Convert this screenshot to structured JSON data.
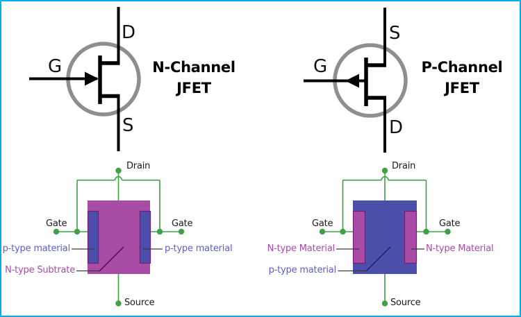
{
  "colors": {
    "frame_border": "#00aeef",
    "symbol_line": "#000000",
    "symbol_circle": "#8e8e8e",
    "wire_green": "#3fa046",
    "p_material_fill": "#4c4fa9",
    "n_material_fill": "#a84ca6",
    "bar_outline": "#741d74",
    "n_label_text": "#ab47ab",
    "p_label_text": "#5c5ccd",
    "black_label_text": "#1a1a1a",
    "leader_line": "#3a3a3a",
    "n_diagonal": "#4a104a",
    "p_diagonal": "#1c1c5e"
  },
  "symbols": {
    "n_channel": {
      "gate": "G",
      "top_terminal": "D",
      "bottom_terminal": "S",
      "title_line1": "N-Channel",
      "title_line2": "JFET"
    },
    "p_channel": {
      "gate": "G",
      "top_terminal": "S",
      "bottom_terminal": "D",
      "title_line1": "P-Channel",
      "title_line2": "JFET"
    }
  },
  "structures": {
    "n_channel": {
      "drain": "Drain",
      "source": "Source",
      "gate_left": "Gate",
      "gate_right": "Gate",
      "material_left": "p-type material",
      "material_right": "p-type material",
      "substrate": "N-type Subtrate"
    },
    "p_channel": {
      "drain": "Drain",
      "source": "Source",
      "gate_left": "Gate",
      "gate_right": "Gate",
      "material_left": "N-type Material",
      "material_right": "N-type Material",
      "substrate": "p-type material"
    }
  }
}
